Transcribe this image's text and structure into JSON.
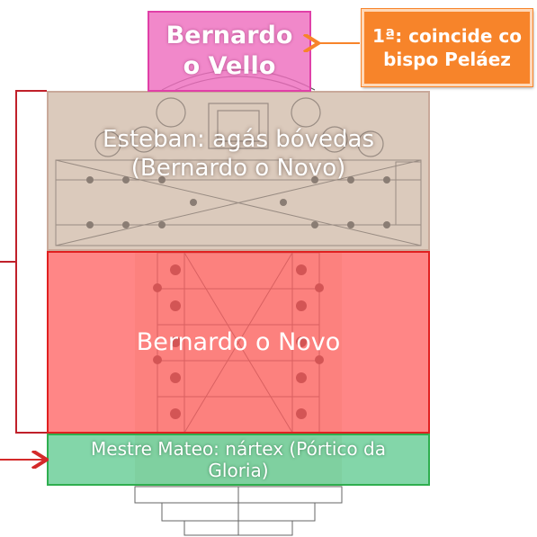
{
  "zones": {
    "vello": {
      "line1": "Bernardo",
      "line2": "o Vello"
    },
    "esteban": {
      "line1": "Esteban: agás bóvedas",
      "line2": "(Bernardo o Novo)"
    },
    "novo": {
      "label": "Bernardo o Novo"
    },
    "mateo": {
      "line1": "Mestre Mateo: nártex (Pórtico da",
      "line2": "Gloria)"
    }
  },
  "note": {
    "line1": "1ª: coincide co",
    "line2": "bispo Peláez"
  },
  "colors": {
    "vello": "#e040a8",
    "esteban": "#c9a99a",
    "novo": "#e02020",
    "mateo": "#2fae4f",
    "note": "#f7842a",
    "bracket": "#c0202a"
  }
}
